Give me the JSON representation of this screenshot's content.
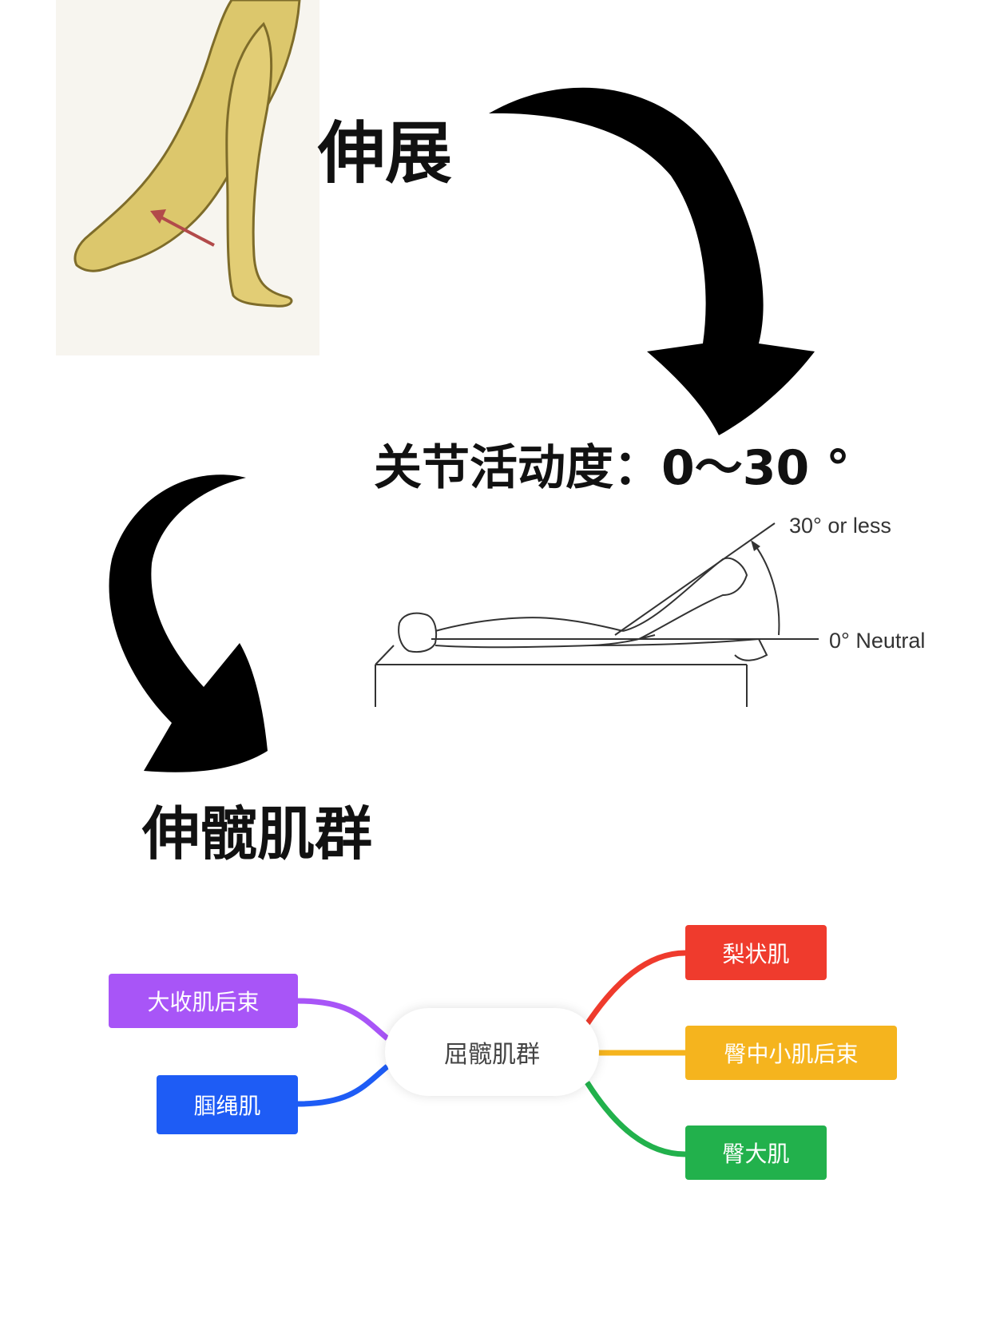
{
  "title_extension": "伸展",
  "rom_label": "关节活动度：0～30 °",
  "figure": {
    "label_30": "30° or less",
    "label_neutral": "0° Neutral"
  },
  "group_title": "伸髋肌群",
  "mindmap": {
    "center": "屈髋肌群",
    "nodes": [
      {
        "label": "大收肌后束",
        "color": "#a855f7"
      },
      {
        "label": "腘绳肌",
        "color": "#1e5cf5"
      },
      {
        "label": "梨状肌",
        "color": "#ef3b2d"
      },
      {
        "label": "臀中小肌后束",
        "color": "#f5b41e"
      },
      {
        "label": "臀大肌",
        "color": "#22b14c"
      }
    ]
  }
}
